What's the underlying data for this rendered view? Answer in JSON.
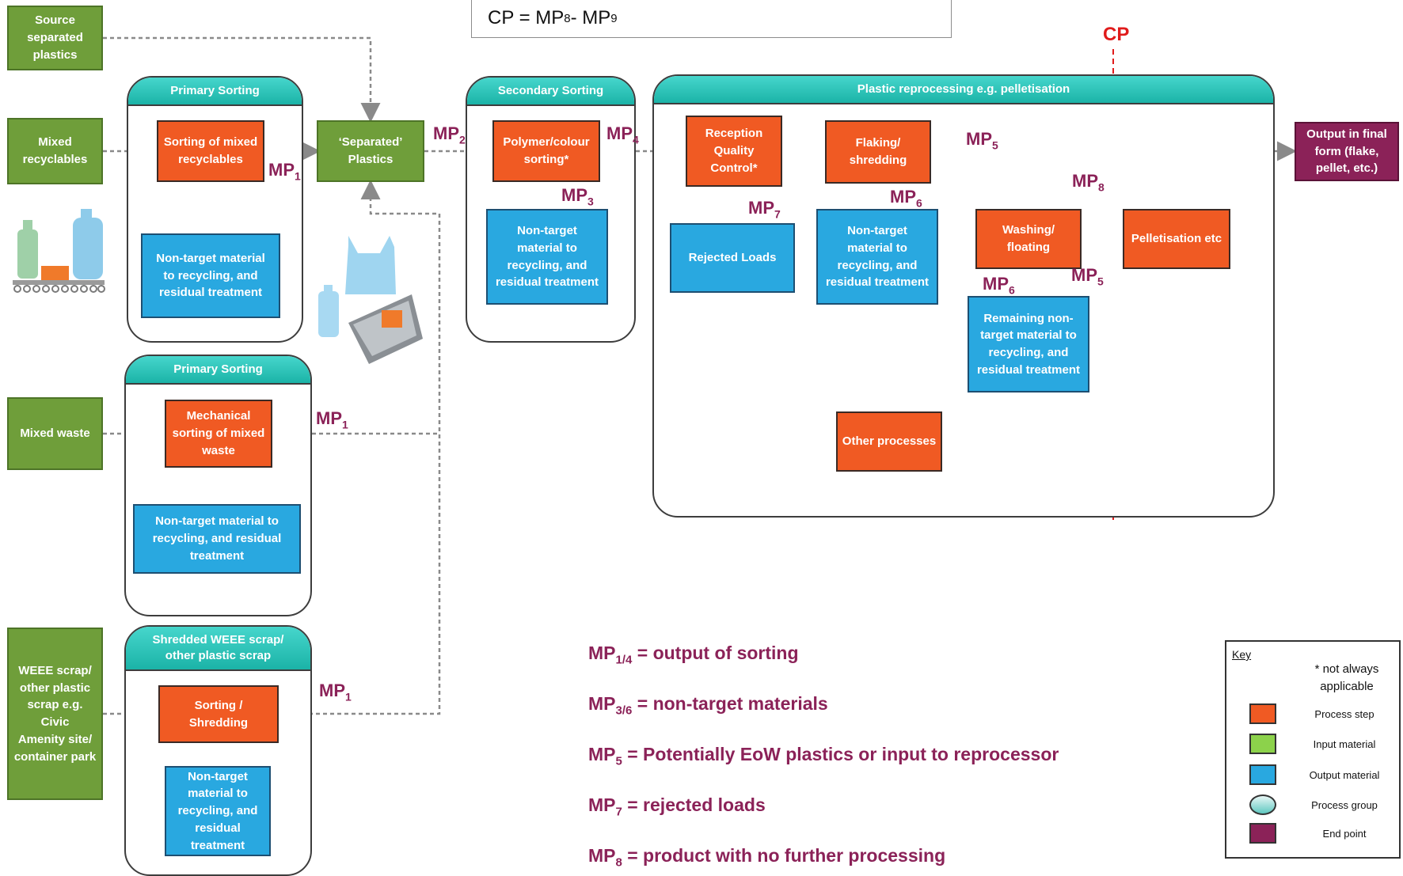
{
  "formula": {
    "lhs": "CP = MP",
    "s1": "8",
    "mid": " - MP",
    "s2": "9"
  },
  "cp_label": "CP",
  "groups": {
    "primary1": "Primary Sorting",
    "primary2": "Primary Sorting",
    "weee": "Shredded WEEE scrap/\nother plastic scrap",
    "secondary": "Secondary Sorting",
    "reprocessing": "Plastic reprocessing e.g. pelletisation"
  },
  "inputs": {
    "source": "Source\nseparated\nplastics",
    "mixed_recyclables": "Mixed\nrecyclables",
    "mixed_waste": "Mixed waste",
    "weee": "WEEE scrap/\nother plastic\nscrap e.g. Civic\nAmenity site/\ncontainer park",
    "separated": "‘Separated’\nPlastics"
  },
  "process": {
    "sorting_mixed_recyclables": "Sorting of mixed\nrecyclables",
    "mechanical_sorting": "Mechanical\nsorting of mixed\nwaste",
    "sorting_shredding": "Sorting /\nShredding",
    "polymer_sorting": "Polymer/colour\nsorting*",
    "reception": "Reception\nQuality\nControl*",
    "flaking": "Flaking/\nshredding",
    "washing": "Washing/\nfloating",
    "pelletisation": "Pelletisation etc",
    "other": "Other processes"
  },
  "outputs": {
    "nt_primary1": "Non-target material\nto recycling, and\nresidual treatment",
    "nt_primary2": "Non-target material to\nrecycling, and residual\ntreatment",
    "nt_weee": "Non-target\nmaterial to\nrecycling, and\nresidual\ntreatment",
    "nt_secondary": "Non-target\nmaterial to\nrecycling, and\nresidual treatment",
    "rejected": "Rejected Loads",
    "nt_flaking": "Non-target\nmaterial to\nrecycling, and\nresidual treatment",
    "remaining": "Remaining non-\ntarget material  to\nrecycling, and\nresidual treatment"
  },
  "end_point": "Output in final\nform (flake,\npellet, etc.)",
  "mp_labels": {
    "mp1a": {
      "base": "MP",
      "sub": "1"
    },
    "mp1b": {
      "base": "MP",
      "sub": "1"
    },
    "mp1c": {
      "base": "MP",
      "sub": "1"
    },
    "mp2": {
      "base": "MP",
      "sub": "2"
    },
    "mp3": {
      "base": "MP",
      "sub": "3"
    },
    "mp4": {
      "base": "MP",
      "sub": "4"
    },
    "mp5a": {
      "base": "MP",
      "sub": "5"
    },
    "mp5b": {
      "base": "MP",
      "sub": "5"
    },
    "mp6a": {
      "base": "MP",
      "sub": "6"
    },
    "mp6b": {
      "base": "MP",
      "sub": "6"
    },
    "mp7": {
      "base": "MP",
      "sub": "7"
    },
    "mp8": {
      "base": "MP",
      "sub": "8"
    }
  },
  "legend_lines": [
    {
      "base": "MP",
      "sub": "1/4",
      "text": " = output of sorting"
    },
    {
      "base": "MP",
      "sub": "3/6",
      "text": " = non-target materials"
    },
    {
      "base": "MP",
      "sub": "5",
      "text": " = Potentially EoW plastics or input to reprocessor"
    },
    {
      "base": "MP",
      "sub": "7",
      "text": " = rejected loads"
    },
    {
      "base": "MP",
      "sub": "8",
      "text": " = product with no further processing"
    }
  ],
  "key": {
    "title": "Key",
    "note": "* not always\napplicable",
    "items": [
      {
        "label": "Process step",
        "color": "#f05a23"
      },
      {
        "label": "Input material",
        "color": "#8cd24b"
      },
      {
        "label": "Output material",
        "color": "#29a8e0"
      },
      {
        "label": "Process group",
        "color": "#5fc8c0"
      },
      {
        "label": "End point",
        "color": "#8b2258"
      }
    ]
  }
}
